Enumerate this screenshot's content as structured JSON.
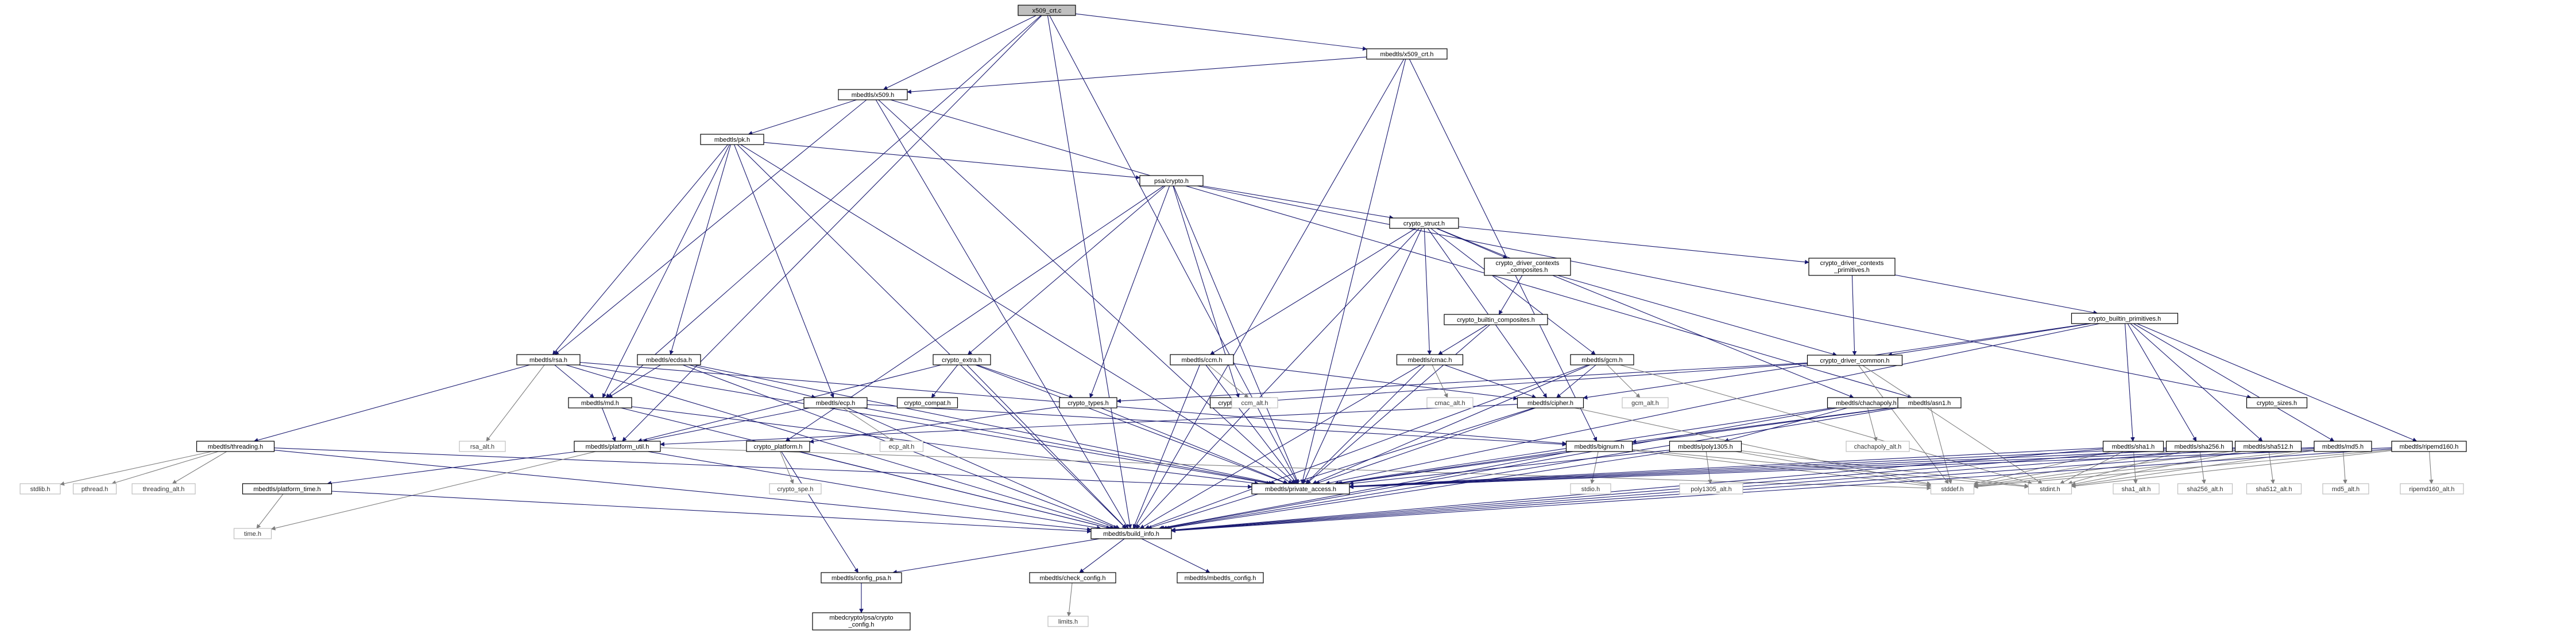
{
  "nodes": {
    "n_x509crt_c": [
      "x509_crt.c"
    ],
    "n_x509crt_h": [
      "mbedtls/x509_crt.h"
    ],
    "n_x509_h": [
      "mbedtls/x509.h"
    ],
    "n_pk_h": [
      "mbedtls/pk.h"
    ],
    "n_psa_crypto": [
      "psa/crypto.h"
    ],
    "n_crypto_struct": [
      "crypto_struct.h"
    ],
    "n_drv_comp": [
      "crypto_driver_contexts",
      "_composites.h"
    ],
    "n_drv_prim": [
      "crypto_driver_contexts",
      "_primitives.h"
    ],
    "n_bi_comp": [
      "crypto_builtin_composites.h"
    ],
    "n_bi_prim": [
      "crypto_builtin_primitives.h"
    ],
    "n_drv_common": [
      "crypto_driver_common.h"
    ],
    "n_rsa": [
      "mbedtls/rsa.h"
    ],
    "n_ecdsa": [
      "mbedtls/ecdsa.h"
    ],
    "n_crypto_extra": [
      "crypto_extra.h"
    ],
    "n_ccm": [
      "mbedtls/ccm.h"
    ],
    "n_cmac": [
      "mbedtls/cmac.h"
    ],
    "n_gcm": [
      "mbedtls/gcm.h"
    ],
    "n_chachapoly": [
      "mbedtls/chachapoly.h"
    ],
    "n_asn1": [
      "mbedtls/asn1.h"
    ],
    "n_crypto_sizes": [
      "crypto_sizes.h"
    ],
    "n_md": [
      "mbedtls/md.h"
    ],
    "n_ecp": [
      "mbedtls/ecp.h"
    ],
    "n_crypto_compat": [
      "crypto_compat.h"
    ],
    "n_crypto_types": [
      "crypto_types.h"
    ],
    "n_crypto_values": [
      "crypto_values.h"
    ],
    "n_cipher": [
      "mbedtls/cipher.h"
    ],
    "n_threading": [
      "mbedtls/threading.h"
    ],
    "n_platform_util": [
      "mbedtls/platform_util.h"
    ],
    "n_crypto_platform": [
      "crypto_platform.h"
    ],
    "n_bignum": [
      "mbedtls/bignum.h"
    ],
    "n_poly1305": [
      "mbedtls/poly1305.h"
    ],
    "n_sha1": [
      "mbedtls/sha1.h"
    ],
    "n_sha256": [
      "mbedtls/sha256.h"
    ],
    "n_sha512": [
      "mbedtls/sha512.h"
    ],
    "n_md5": [
      "mbedtls/md5.h"
    ],
    "n_ripemd160": [
      "mbedtls/ripemd160.h"
    ],
    "n_platform_time": [
      "mbedtls/platform_time.h"
    ],
    "n_private_access": [
      "mbedtls/private_access.h"
    ],
    "n_build_info": [
      "mbedtls/build_info.h"
    ],
    "n_config_psa": [
      "mbedtls/config_psa.h"
    ],
    "n_check_config": [
      "mbedtls/check_config.h"
    ],
    "n_mbedtls_config": [
      "mbedtls/mbedtls_config.h"
    ],
    "n_psa_crypto_config": [
      "mbedcrypto/psa/crypto",
      "_config.h"
    ],
    "g_rsa_alt": [
      "rsa_alt.h"
    ],
    "g_ccm_alt": [
      "ccm_alt.h"
    ],
    "g_cmac_alt": [
      "cmac_alt.h"
    ],
    "g_gcm_alt": [
      "gcm_alt.h"
    ],
    "g_chachapoly_alt": [
      "chachapoly_alt.h"
    ],
    "g_ecp_alt": [
      "ecp_alt.h"
    ],
    "g_stdlib": [
      "stdlib.h"
    ],
    "g_pthread": [
      "pthread.h"
    ],
    "g_threading_alt": [
      "threading_alt.h"
    ],
    "g_crypto_spe": [
      "crypto_spe.h"
    ],
    "g_stdio": [
      "stdio.h"
    ],
    "g_poly1305_alt": [
      "poly1305_alt.h"
    ],
    "g_stddef": [
      "stddef.h"
    ],
    "g_stdint": [
      "stdint.h"
    ],
    "g_sha1_alt": [
      "sha1_alt.h"
    ],
    "g_sha256_alt": [
      "sha256_alt.h"
    ],
    "g_sha512_alt": [
      "sha512_alt.h"
    ],
    "g_md5_alt": [
      "md5_alt.h"
    ],
    "g_ripemd160_alt": [
      "ripemd160_alt.h"
    ],
    "g_time": [
      "time.h"
    ],
    "g_limits": [
      "limits.h"
    ]
  }
}
